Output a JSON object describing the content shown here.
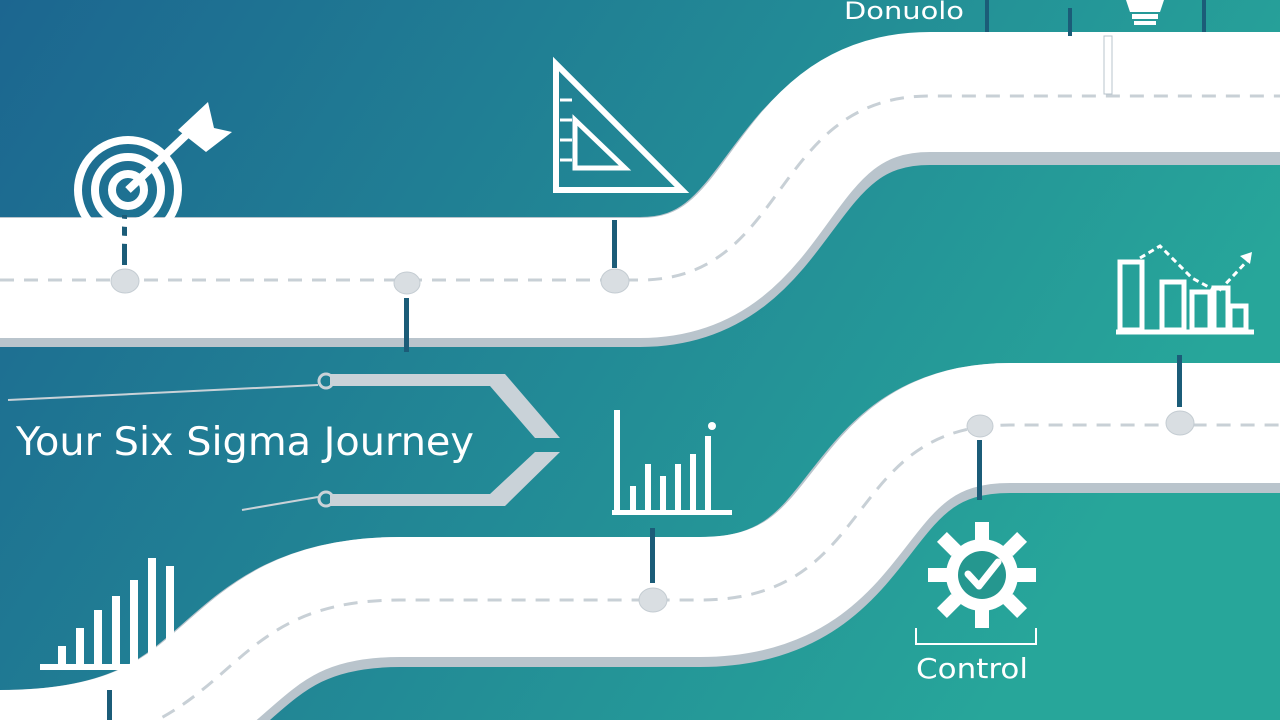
{
  "title": "Your Six Sigma Journey",
  "top_label": "Donuolo",
  "bottom_label": "Control",
  "colors": {
    "bg_start": "#1c6690",
    "bg_end": "#27a69a",
    "road": "#ffffff",
    "road_edge": "#b9c4cc",
    "dash": "#c8d0d6",
    "icon": "#ffffff",
    "pole": "#1b5c78",
    "arrow": "#c9d2d8"
  },
  "stages": [
    {
      "icon": "target-arrow-icon"
    },
    {
      "icon": "triangle-ruler-icon"
    },
    {
      "icon": "bar-chart-icon"
    },
    {
      "icon": "trend-chart-icon"
    },
    {
      "icon": "gear-check-icon"
    },
    {
      "icon": "lightbulb-icon"
    }
  ]
}
